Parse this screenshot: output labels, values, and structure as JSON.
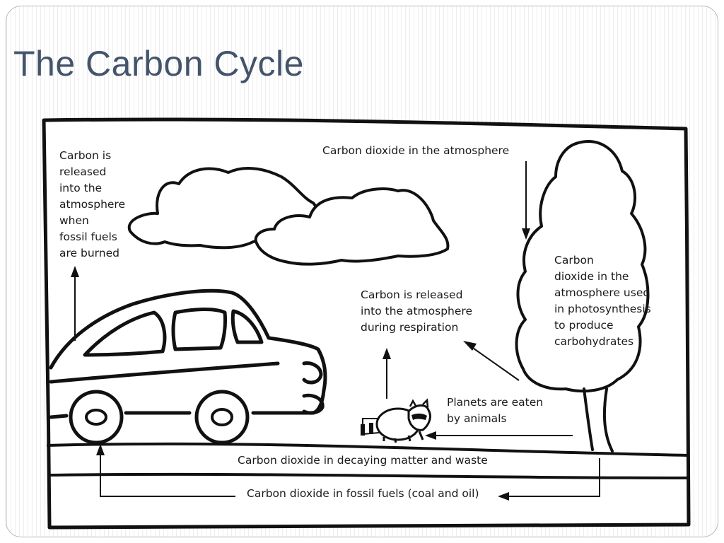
{
  "slide": {
    "title": "The Carbon Cycle",
    "title_color": "#44546a"
  },
  "diagram": {
    "labels": {
      "fossil_burn": "Carbon is\nreleased\ninto the\natmosphere\nwhen\nfossil fuels\nare burned",
      "atmosphere": "Carbon dioxide in the atmosphere",
      "photosynthesis": "Carbon\ndioxide in the\natmosphere used\nin photosynthesis\nto produce\ncarbohydrates",
      "respiration": "Carbon is released\ninto the atmosphere\nduring respiration",
      "eaten": "Planets are eaten\nby animals",
      "decaying": "Carbon dioxide in decaying matter and waste",
      "fossil_fuels": "Carbon dioxide in fossil fuels (coal and oil)"
    }
  }
}
